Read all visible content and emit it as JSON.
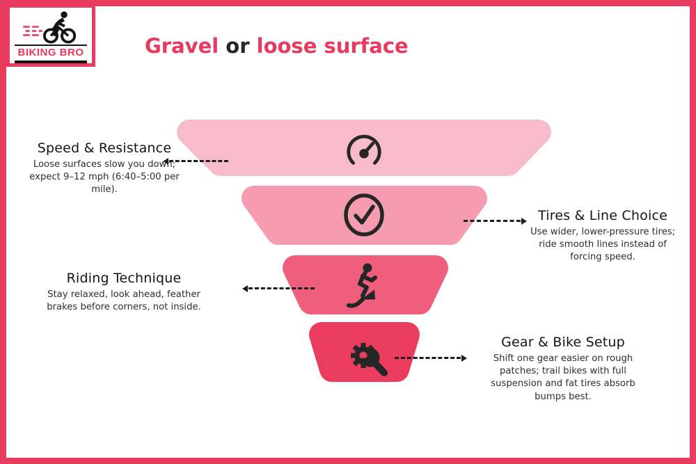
{
  "page": {
    "background": "#ffffff",
    "border_color": "#E93A5F"
  },
  "logo": {
    "brand": "BIKING BRO",
    "accent_color": "#E93A5F",
    "icon": "cyclist-icon"
  },
  "title": {
    "part1": "Gravel",
    "part2": "or",
    "part3": "loose surface",
    "accent_color": "#E8395E",
    "dark_color": "#23262B"
  },
  "funnel": {
    "tiers": [
      {
        "label": "Speed & Resistance",
        "desc": "Loose surfaces slow you down; expect 9–12 mph (6:40–5:00 per mile).",
        "color": "#F8BBC9",
        "icon": "speedometer-icon",
        "side": "left"
      },
      {
        "label": "Tires & Line Choice",
        "desc": "Use wider, lower-pressure tires; ride smooth lines instead of forcing speed.",
        "color": "#F59CB0",
        "icon": "check-circle-icon",
        "side": "right"
      },
      {
        "label": "Riding Technique",
        "desc": "Stay relaxed, look ahead, feather brakes before corners, not inside.",
        "color": "#EF5F7D",
        "icon": "rider-icon",
        "side": "left"
      },
      {
        "label": "Gear & Bike Setup",
        "desc": "Shift one gear easier on rough patches; trail bikes with full suspension and fat tires absorb bumps best.",
        "color": "#E93C5F",
        "icon": "gear-wrench-icon",
        "side": "right"
      }
    ]
  }
}
